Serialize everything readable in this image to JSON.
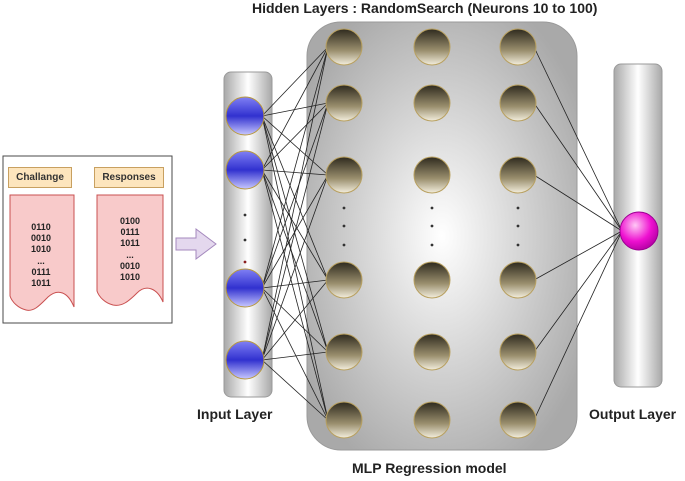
{
  "titles": {
    "hidden_layers": "Hidden Layers : RandomSearch (Neurons 10 to 100)",
    "input_layer": "Input Layer",
    "output_layer": "Output Layer",
    "model": "MLP Regression model"
  },
  "crp_panel": {
    "challenge": {
      "label": "Challange",
      "values": [
        "0110",
        "0010",
        "1010",
        "...",
        "0111",
        "1011"
      ]
    },
    "responses": {
      "label": "Responses",
      "values": [
        "0100",
        "0111",
        "1011",
        "...",
        "0010",
        "1010"
      ]
    }
  },
  "colors": {
    "input_neuron": "#3b3bdc",
    "hidden_neuron": "#3f3826",
    "output_neuron": "#e800c8",
    "crp_doc_fill": "#f7caca",
    "crp_tag_fill": "#fde5bd",
    "arrow_fill": "#e4d8ee"
  },
  "network": {
    "input_neurons": 4,
    "hidden_layers": 3,
    "hidden_neurons_per_layer": 6,
    "output_neurons": 1
  }
}
